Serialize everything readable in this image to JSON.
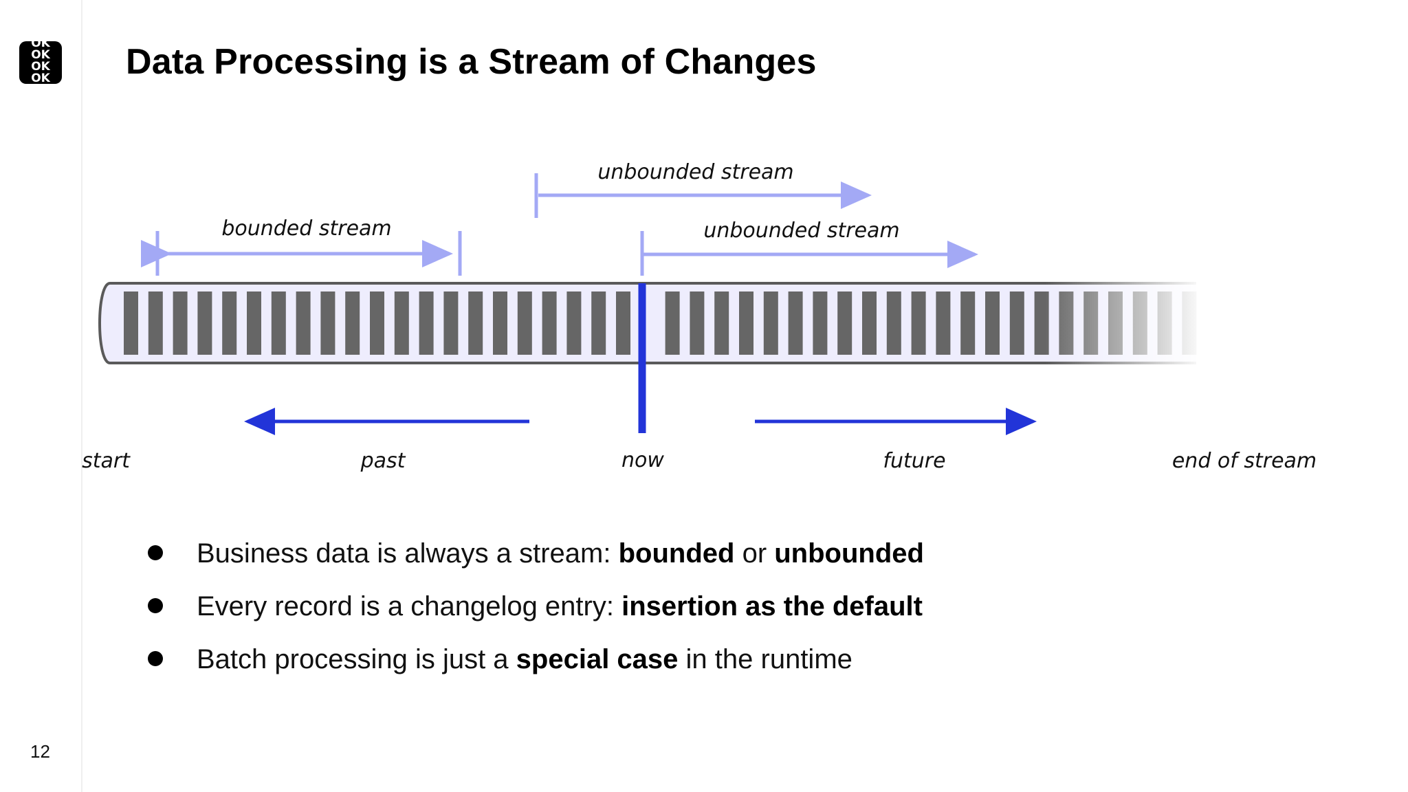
{
  "slide": {
    "title": "Data Processing is a Stream of Changes",
    "page_number": "12",
    "logo_text": [
      "OK",
      "OK",
      "OK",
      "OK"
    ]
  },
  "diagram": {
    "labels": {
      "bounded": "bounded stream",
      "unbounded_top": "unbounded stream",
      "unbounded_now": "unbounded stream",
      "start": "start",
      "past": "past",
      "now": "now",
      "future": "future",
      "end": "end of stream"
    },
    "colors": {
      "light_arrow": "#a3a9f5",
      "dark_arrow": "#2234d8",
      "bar_fill": "#666666",
      "tube_fill": "#eeedfd",
      "tube_stroke": "#5a5a5a"
    }
  },
  "bullets": [
    {
      "parts": [
        {
          "text": "Business data is always a stream: ",
          "bold": false
        },
        {
          "text": "bounded",
          "bold": true
        },
        {
          "text": " or ",
          "bold": false
        },
        {
          "text": "unbounded",
          "bold": true
        }
      ]
    },
    {
      "parts": [
        {
          "text": "Every record is a changelog entry: ",
          "bold": false
        },
        {
          "text": "insertion as the default",
          "bold": true
        }
      ]
    },
    {
      "parts": [
        {
          "text": "Batch processing is just a ",
          "bold": false
        },
        {
          "text": "special case",
          "bold": true
        },
        {
          "text": " in the runtime",
          "bold": false
        }
      ]
    }
  ]
}
